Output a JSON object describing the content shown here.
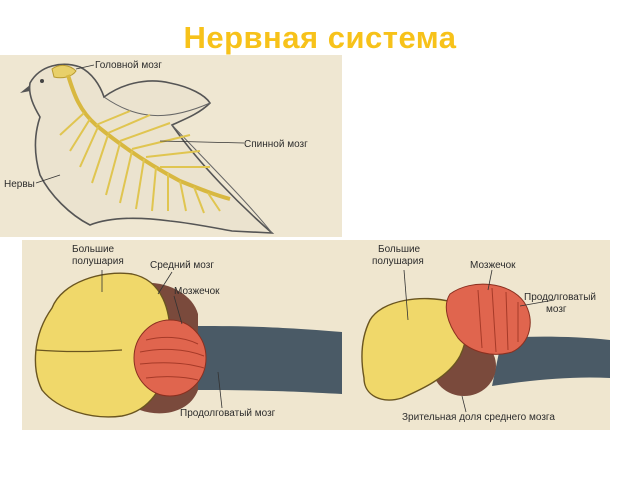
{
  "slide": {
    "title": "Нервная система"
  },
  "bird_diagram": {
    "labels": {
      "brain": "Головной мозг",
      "spinal_cord": "Спинной мозг",
      "nerves": "Нервы"
    }
  },
  "brain_top_view": {
    "labels": {
      "hemispheres_line1": "Большие",
      "hemispheres_line2": "полушария",
      "midbrain": "Средний мозг",
      "cerebellum": "Мозжечок",
      "medulla": "Продолговатый мозг"
    }
  },
  "brain_side_view": {
    "labels": {
      "hemispheres_line1": "Большие",
      "hemispheres_line2": "полушария",
      "cerebellum": "Мозжечок",
      "medulla_line1": "Продолговатый",
      "medulla_line2": "мозг",
      "optic_lobe": "Зрительная доля среднего мозга"
    }
  },
  "colors": {
    "title": "#f7c21a",
    "hemispheres": "#f0d86a",
    "cerebellum": "#e0654e",
    "midbrain": "#7a4a3c",
    "medulla": "#4a5a66",
    "nerves": "#e8d06a",
    "panel_bg": "#efe6cf"
  }
}
